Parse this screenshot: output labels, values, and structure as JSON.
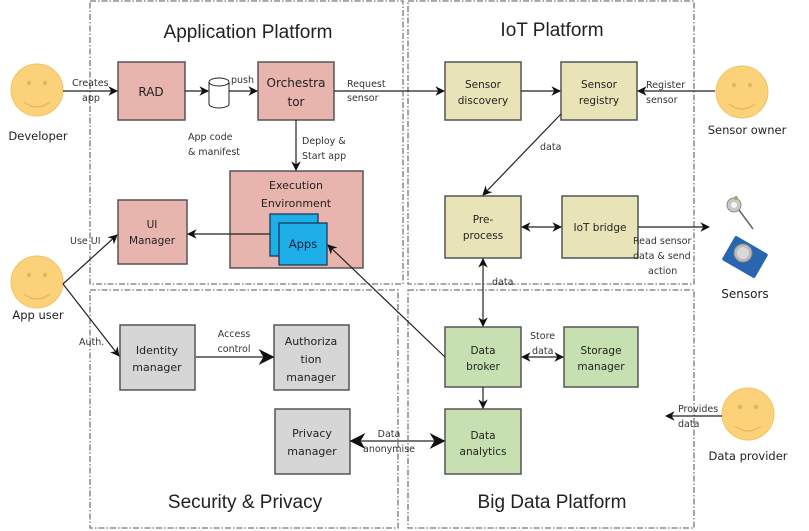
{
  "regions": {
    "application_platform": "Application Platform",
    "iot_platform": "IoT Platform",
    "security_privacy": "Security & Privacy",
    "big_data_platform": "Big Data Platform"
  },
  "actors": {
    "developer": "Developer",
    "app_user": "App user",
    "sensor_owner": "Sensor owner",
    "data_provider": "Data provider",
    "sensors": "Sensors"
  },
  "components": {
    "rad": "RAD",
    "orchestrator": [
      "Orchestra",
      "tor"
    ],
    "execution_environment": [
      "Execution",
      "Environment"
    ],
    "apps": "Apps",
    "ui_manager": [
      "UI",
      "Manager"
    ],
    "sensor_discovery": [
      "Sensor",
      "discovery"
    ],
    "sensor_registry": [
      "Sensor",
      "registry"
    ],
    "preprocess": [
      "Pre-",
      "process"
    ],
    "iot_bridge": "IoT bridge",
    "identity_manager": [
      "Identity",
      "manager"
    ],
    "authorization_manager": [
      "Authoriza",
      "tion",
      "manager"
    ],
    "privacy_manager": [
      "Privacy",
      "manager"
    ],
    "data_broker": [
      "Data",
      "broker"
    ],
    "storage_manager": [
      "Storage",
      "manager"
    ],
    "data_analytics": [
      "Data",
      "analytics"
    ]
  },
  "edge_labels": {
    "creates_app": [
      "Creates",
      "app"
    ],
    "push": "push",
    "app_code_manifest": [
      "App code",
      "& manifest"
    ],
    "request_sensor": [
      "Request",
      "sensor"
    ],
    "deploy_start": [
      "Deploy &",
      "Start app"
    ],
    "register_sensor": [
      "Register",
      "sensor"
    ],
    "data_registry": "data",
    "read_sensor": [
      "Read sensor",
      "data & send",
      "action"
    ],
    "data_preprocess": "data",
    "use_ui": "Use UI",
    "auth": "Auth.",
    "access_control": [
      "Access",
      "control"
    ],
    "store_data": [
      "Store",
      "data"
    ],
    "data_anonymise": [
      "Data",
      "anonymise"
    ],
    "provides_data": [
      "Provides",
      "data"
    ]
  },
  "colors": {
    "app_platform_box": "#e8b4ae",
    "iot_platform_box": "#e8e4b8",
    "big_data_box": "#c7e0b1",
    "security_box": "#d6d6d6",
    "apps_box": "#1eaee8",
    "actor_face": "#fbd27a"
  }
}
